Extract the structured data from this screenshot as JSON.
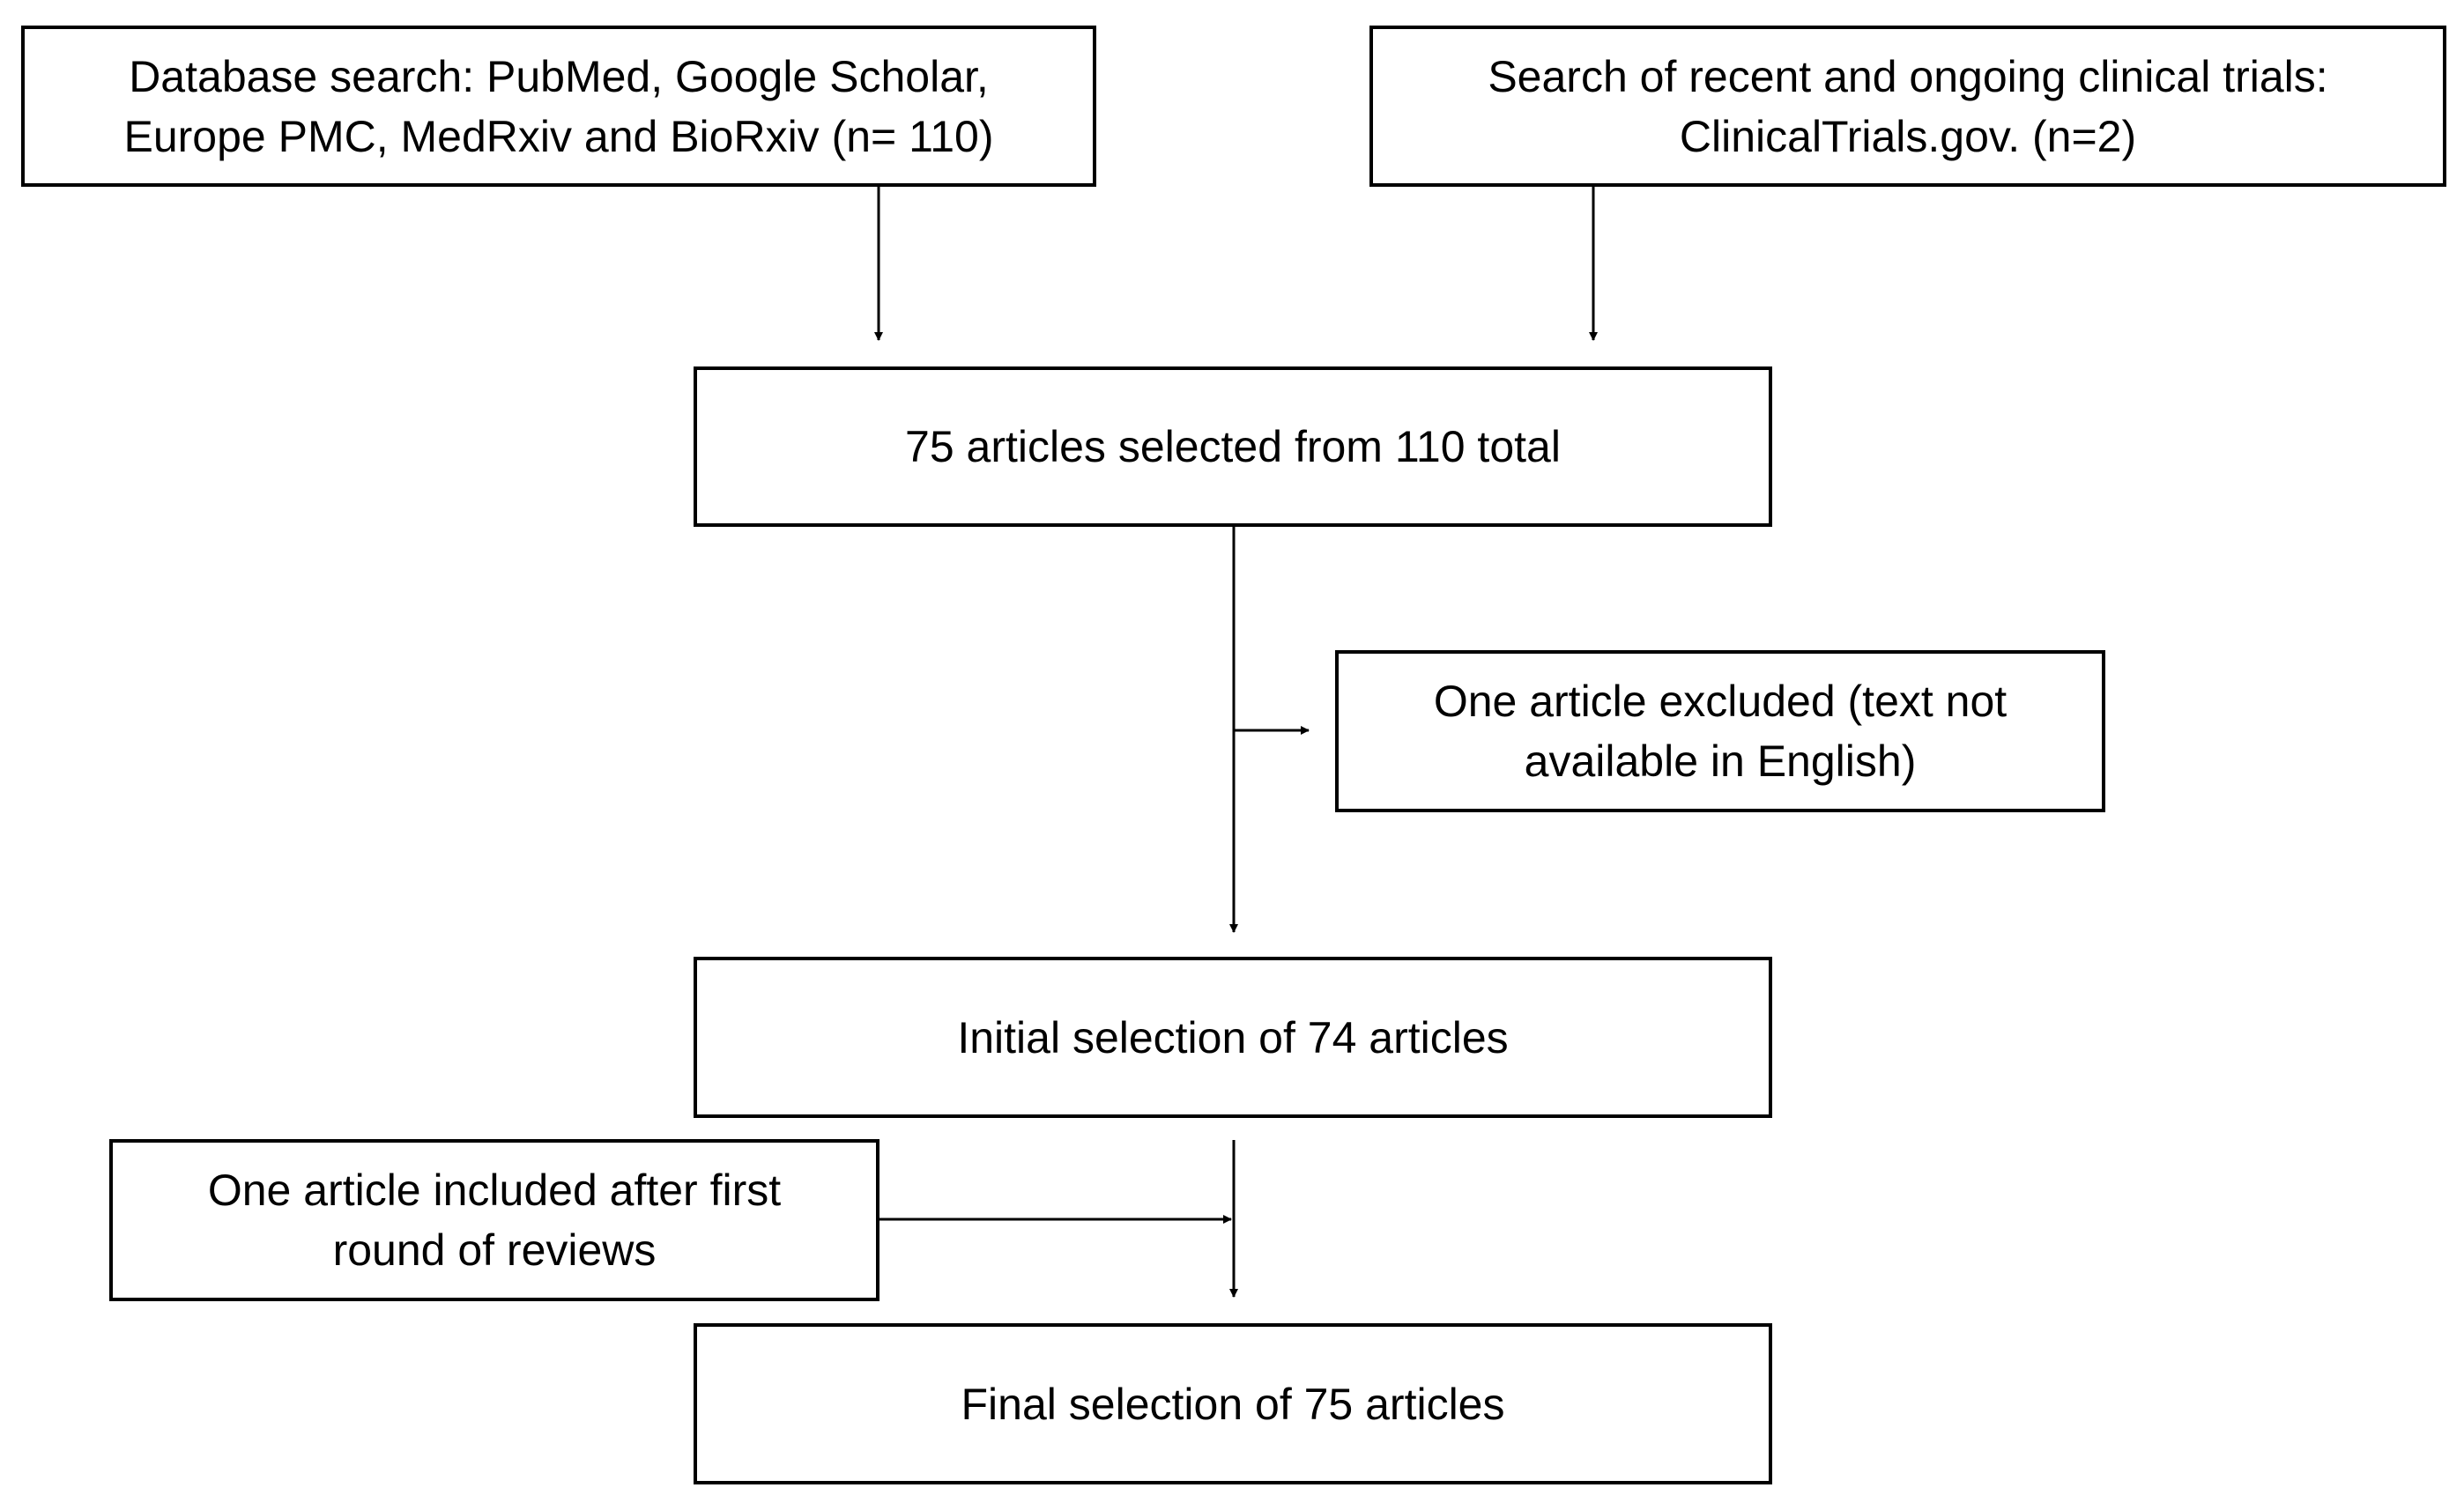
{
  "flowchart": {
    "database_search": {
      "line1": "Database search: PubMed, Google Scholar,",
      "line2": "Europe PMC, MedRxiv and BioRxiv (n= 110)"
    },
    "clinical_trials": {
      "line1": "Search of recent and ongoing clinical trials:",
      "line2": "ClinicalTrials.gov. (n=2)"
    },
    "selected": {
      "text": "75 articles selected from 110 total"
    },
    "excluded": {
      "line1": "One article excluded (text not",
      "line2": "available in English)"
    },
    "initial": {
      "text": "Initial selection of 74 articles"
    },
    "included": {
      "line1": "One article included after first",
      "line2": "round of reviews"
    },
    "final": {
      "text": "Final selection of 75 articles"
    }
  }
}
